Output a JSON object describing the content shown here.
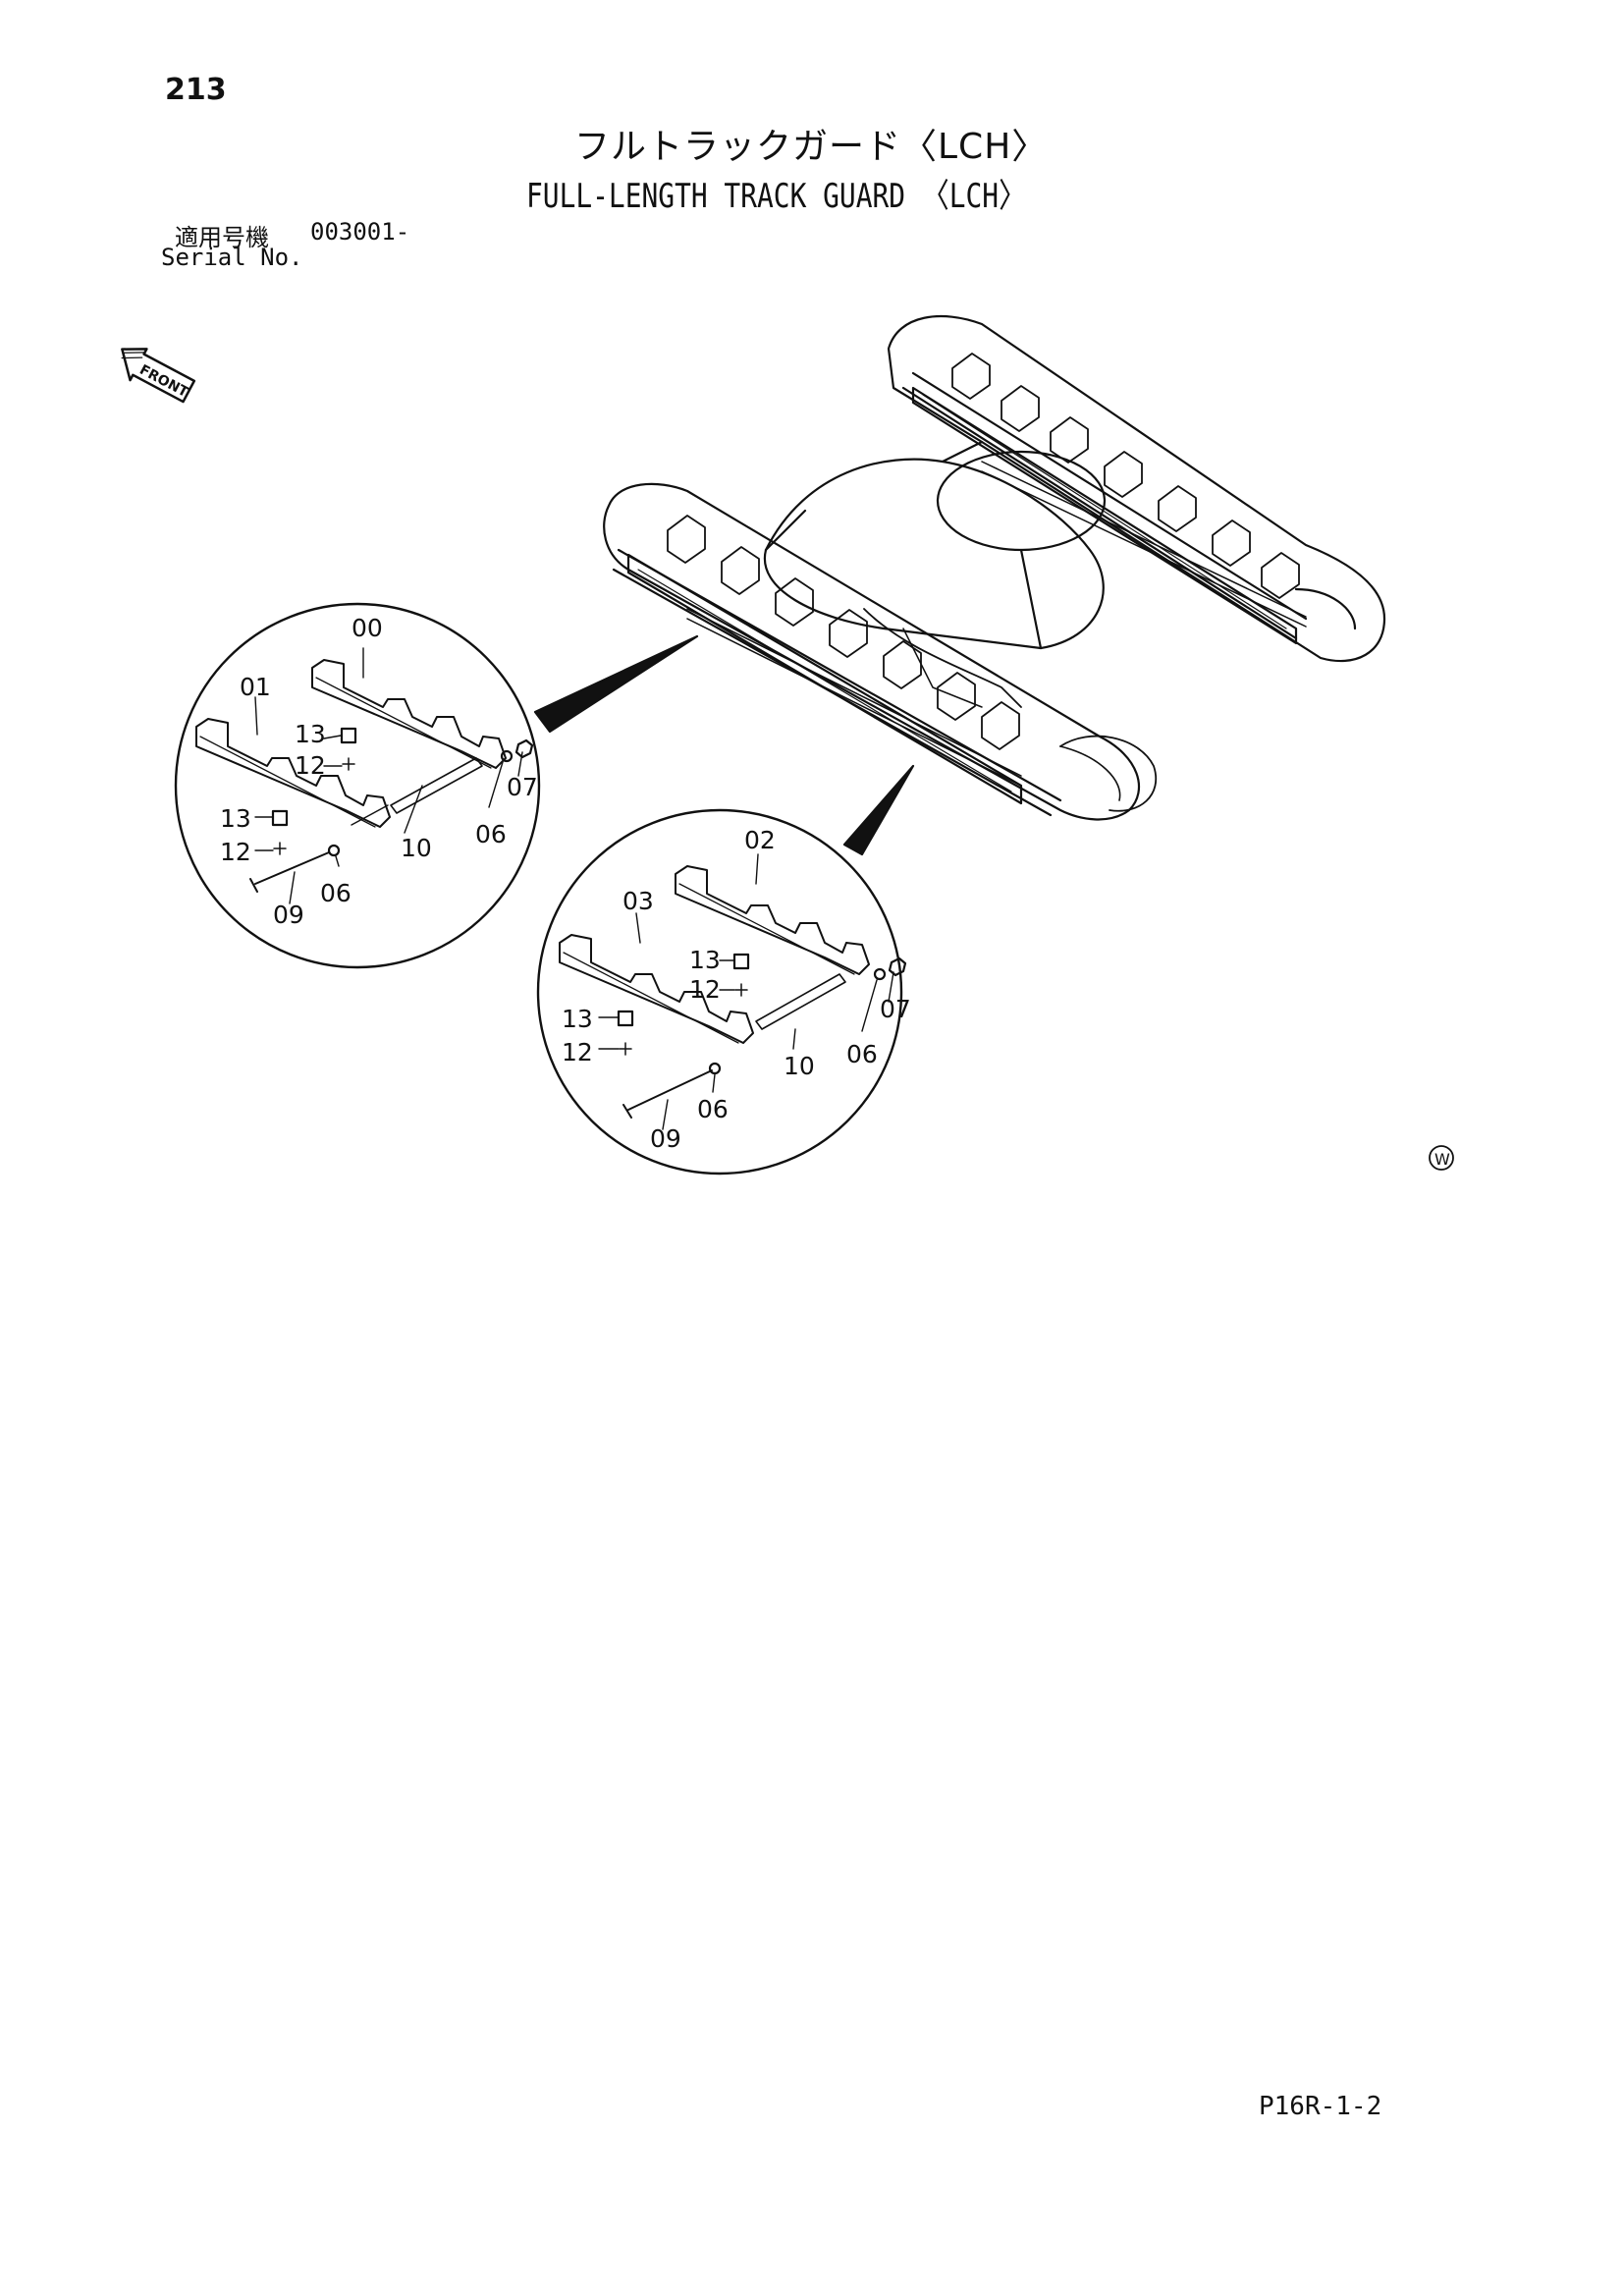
{
  "header": {
    "page_number": "213",
    "title_jp": "フルトラックガード〈LCH〉",
    "title_en": "FULL-LENGTH TRACK GUARD 〈LCH〉"
  },
  "serial": {
    "label_jp": "適用号機",
    "value": "003001-",
    "label_en": "Serial No."
  },
  "drawing": {
    "front_label": "FRONT",
    "mark": "W",
    "detail_left_callouts": [
      "00",
      "01",
      "13",
      "12",
      "13",
      "12",
      "09",
      "06",
      "10",
      "06",
      "07"
    ],
    "detail_right_callouts": [
      "02",
      "03",
      "13",
      "12",
      "13",
      "12",
      "09",
      "06",
      "10",
      "06",
      "07"
    ]
  },
  "footer": {
    "page_code": "P16R-1-2"
  }
}
